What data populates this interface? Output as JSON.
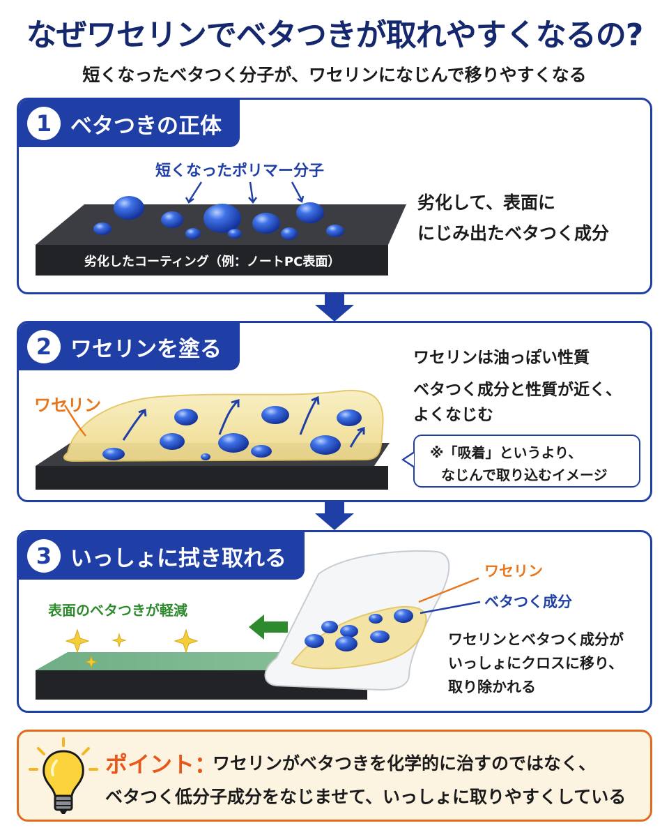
{
  "title": "なぜワセリンでベタつきが取れやすくなるの?",
  "subtitle": "短くなったベタつく分子が、ワセリンになじんで移りやすくなる",
  "step1": {
    "number": "1",
    "heading": "ベタつきの正体",
    "polymer_label": "短くなったポリマー分子",
    "coating_label": "劣化したコーティング（例：ノートPC表面）",
    "desc_line1": "劣化して、表面に",
    "desc_line2": "にじみ出たベタつく成分"
  },
  "step2": {
    "number": "2",
    "heading": "ワセリンを塗る",
    "vaseline_label": "ワセリン",
    "desc_line1": "ワセリンは油っぽい性質",
    "desc_line2": "ベタつく成分と性質が近く、",
    "desc_line3": "よくなじむ",
    "note_line1": "※「吸着」というより、",
    "note_line2": "なじんで取り込むイメージ"
  },
  "step3": {
    "number": "3",
    "heading": "いっしょに拭き取れる",
    "result_label": "表面のベタつきが軽減",
    "vaseline_label": "ワセリン",
    "sticky_label": "ベタつく成分",
    "desc_line1": "ワセリンとベタつく成分が",
    "desc_line2": "いっしょにクロスに移り、",
    "desc_line3": "取り除かれる"
  },
  "point": {
    "label": "ポイント：",
    "line1": "ワセリンがベタつきを化学的に治すのではなく、",
    "line2": "ベタつく低分子成分をなじませて、いっしょに取りやすくしている"
  },
  "colors": {
    "navy": "#15286e",
    "blue": "#1f3fa6",
    "orange": "#e8571a",
    "green": "#2d8a2d",
    "droplet": "#2f5fd8",
    "vaseline": "#f3e6a2"
  },
  "icons": [
    "arrow-down-icon",
    "lightbulb-icon",
    "sparkle-icon",
    "arrow-left-icon"
  ]
}
